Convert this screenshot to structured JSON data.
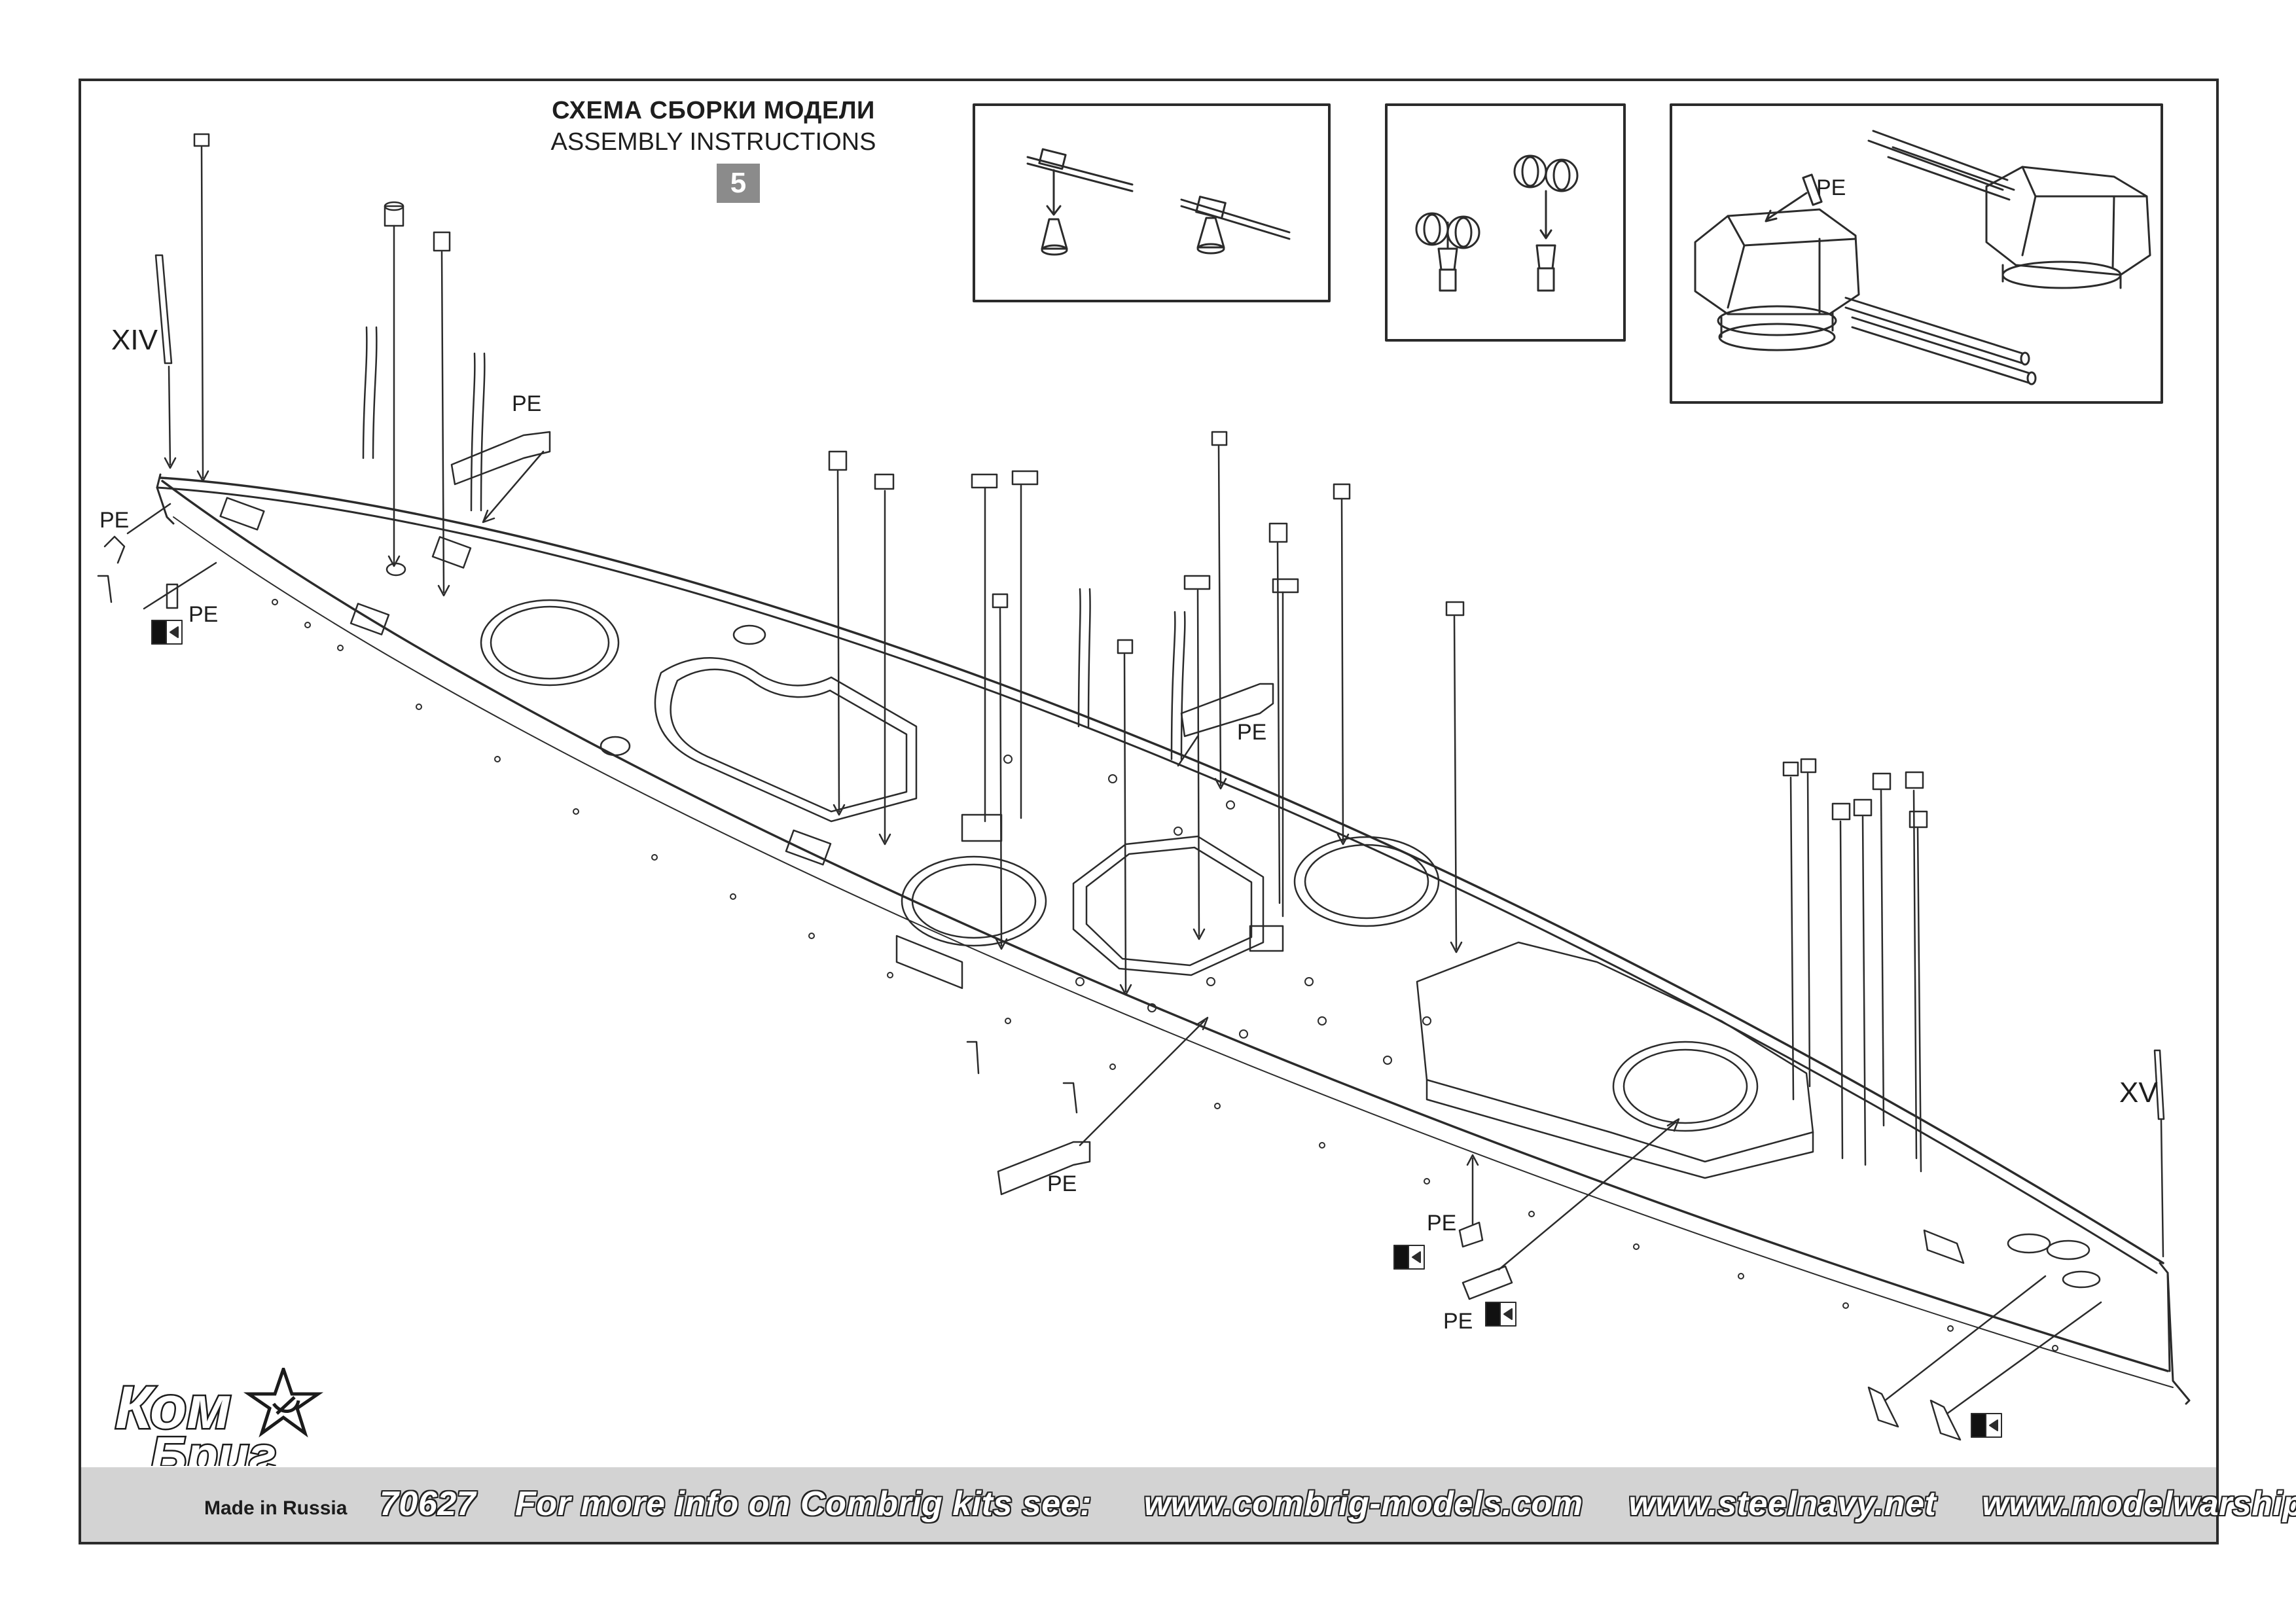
{
  "title": {
    "russian": "СХЕМА СБОРКИ МОДЕЛИ",
    "english": "ASSEMBLY INSTRUCTIONS",
    "step": "5"
  },
  "labels": {
    "pe": "PE",
    "stern_marker": "XIV",
    "bow_marker": "XV"
  },
  "brand": {
    "logo_line1": "Ком",
    "logo_line2": "Бриг",
    "made_in": "Made in Russia"
  },
  "footer": {
    "kit_number": "70627",
    "info_text": "For more info on Combrig kits see:",
    "url_1": "www.combrig-models.com",
    "url_2": "www.steelnavy.net",
    "url_3": "www.modelwarships.com"
  },
  "colors": {
    "line": "#2b2b2b",
    "footer_band": "#d3d3d3",
    "badge": "#8b8b8b"
  }
}
